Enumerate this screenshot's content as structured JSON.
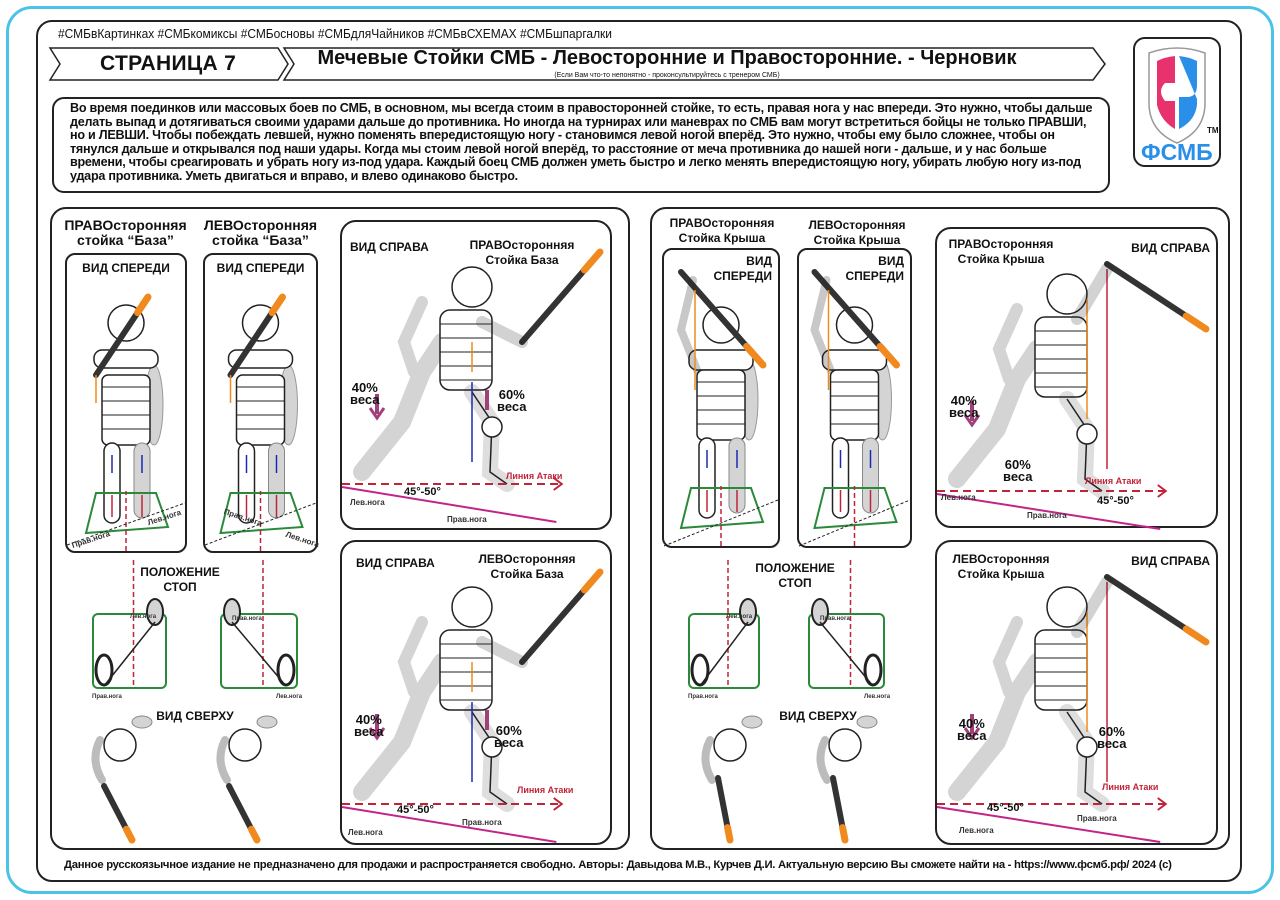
{
  "header": {
    "hashtags": "#СМБвКартинках #СМБкомиксы #СМБосновы #СМБдляЧайников #СМБвСХЕМАХ #СМБшпаргалки",
    "page_label": "СТРАНИЦА 7",
    "title": "Мечевые Стойки СМБ  - Левосторонние и Правосторонние. - Черновик",
    "subtitle": "(Если Вам что-то непонятно  - проконсультируйтесь с тренером СМБ)"
  },
  "logo": {
    "text": "ФСМБ",
    "tm": "TM",
    "colors": {
      "red": "#e8326e",
      "blue": "#2a8fe8"
    }
  },
  "intro": "Во время поединков или массовых боев по СМБ, в основном, мы всегда стоим в правосторонней стойке, то есть, правая нога у нас впереди. Это нужно, чтобы дальше делать выпад и дотягиваться своими ударами дальше до противника. Но иногда на турнирах или маневрах по СМБ вам могут встретиться бойцы не только ПРАВШИ, но и ЛЕВШИ. Чтобы побеждать левшей, нужно поменять впередистоящую ногу - становимся левой ногой вперёд. Это нужно, чтобы ему было сложнее, чтобы он тянулся дальше и открывался под наши удары. Когда мы стоим левой ногой вперёд, то расстояние от меча противника до нашей ноги - дальше, и у нас больше времени, чтобы среагировать и убрать ногу из-под удара.  Каждый боец СМБ должен уметь быстро и легко менять впередистоящую ногу, убирать любую ногу из-под удара противника. Уметь двигаться и вправо, и влево одинаково быстро.",
  "labels": {
    "front_view": "ВИД СПЕРЕДИ",
    "front_view_l1": "ВИД",
    "front_view_l2": "СПЕРЕДИ",
    "side_view": "ВИД СПРАВА",
    "feet_position_l1": "ПОЛОЖЕНИЕ",
    "feet_position_l2": "СТОП",
    "top_view": "ВИД СВЕРХУ",
    "left_leg": "Лев.нога",
    "right_leg": "Прав.нога",
    "angle": "45°-50°",
    "attack_line": "Линия Атаки",
    "weight40_a": "40%",
    "weight60_a": "60%",
    "weight_b": "веса"
  },
  "left_section": {
    "right_base_l1": "ПРАВОсторонняя",
    "right_base_l2": "стойка “База”",
    "left_base_l1": "ЛЕВОсторонняя",
    "left_base_l2": "стойка “База”",
    "side_right_l1": "ПРАВОсторонняя",
    "side_right_l2": "Стойка База",
    "side_left_l1": "ЛЕВОсторонняя",
    "side_left_l2": "Стойка База"
  },
  "right_section": {
    "right_roof_l1": "ПРАВОсторонняя",
    "right_roof_l2": "Стойка Крыша",
    "left_roof_l1": "ЛЕВОсторонняя",
    "left_roof_l2": "Стойка Крыша"
  },
  "footer": "Данное русскоязычное  издание  не предназначено для продажи и распространяется свободно. Авторы: Давыдова М.В., Курчев Д.И.   Актуальную версию Вы сможете найти на  -  https://www.фсмб.рф/ 2024 (с)"
}
